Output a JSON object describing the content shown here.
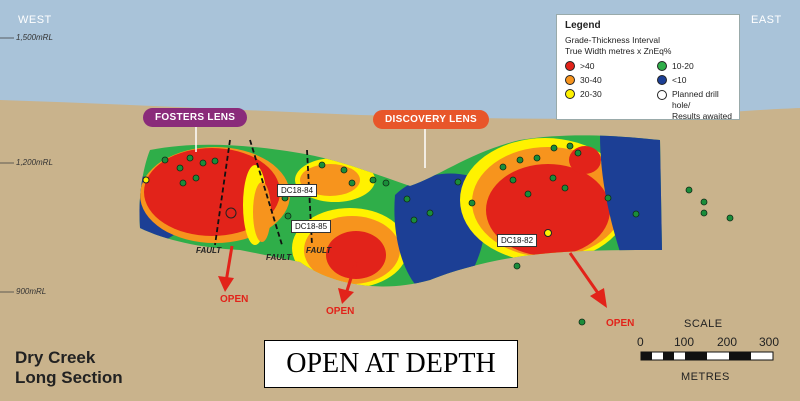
{
  "directions": {
    "west": "WEST",
    "east": "EAST"
  },
  "elevations": [
    "1,500mRL",
    "1,200mRL",
    "900mRL"
  ],
  "lenses": {
    "fosters": "FOSTERS LENS",
    "discovery": "DISCOVERY LENS"
  },
  "drill_holes": [
    "DC18-84",
    "DC18-85",
    "DC18-82"
  ],
  "fault_label": "FAULT",
  "open_label": "OPEN",
  "legend": {
    "title": "Legend",
    "subtitle_1": "Grade-Thickness Interval",
    "subtitle_2": "True Width metres x ZnEq%",
    "items": [
      {
        "label": ">40",
        "color": "#e2231a"
      },
      {
        "label": "10-20",
        "color": "#2fae49"
      },
      {
        "label": "30-40",
        "color": "#f7941d"
      },
      {
        "label": "<10",
        "color": "#1c3f95"
      },
      {
        "label": "20-30",
        "color": "#fff200"
      }
    ],
    "planned_1": "Planned drill hole/",
    "planned_2": "Results awaited"
  },
  "title_line1": "Dry Creek",
  "title_line2": "Long Section",
  "banner": "OPEN AT DEPTH",
  "scale": {
    "title": "SCALE",
    "ticks": [
      "0",
      "100",
      "200",
      "300"
    ],
    "unit": "METRES"
  },
  "colors": {
    "sky": "#a9c3d9",
    "ground": "#c9b38c",
    "fosters": "#8a2b7a",
    "discovery": "#e8562a"
  }
}
